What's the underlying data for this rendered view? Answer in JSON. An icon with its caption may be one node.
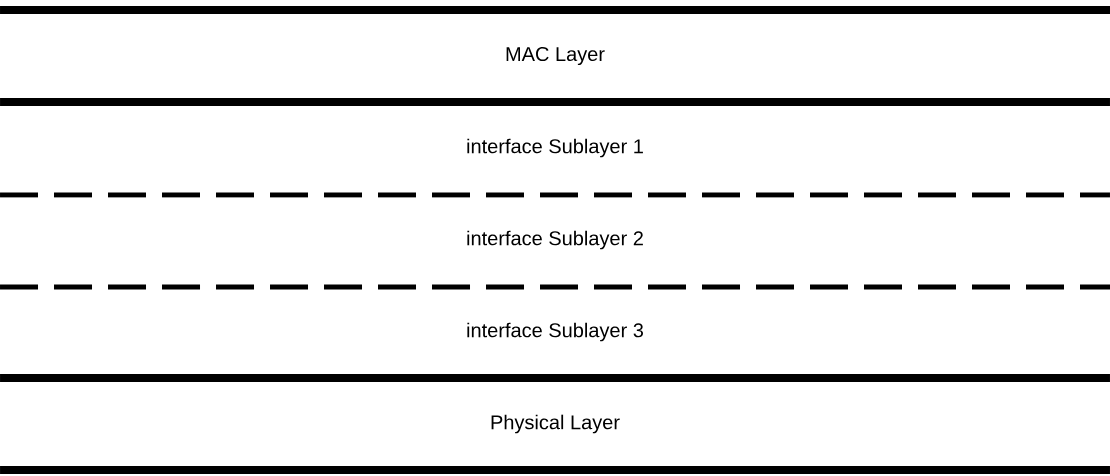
{
  "diagram": {
    "nodes": [
      {
        "text": [
          "MAC Layer"
        ]
      },
      {
        "text": [
          "interface Sublayer 1"
        ]
      },
      {
        "text": [
          "interface Sublayer 2"
        ]
      },
      {
        "text": [
          "interface Sublayer 3"
        ]
      },
      {
        "text": [
          "Physical Layer"
        ]
      }
    ]
  }
}
